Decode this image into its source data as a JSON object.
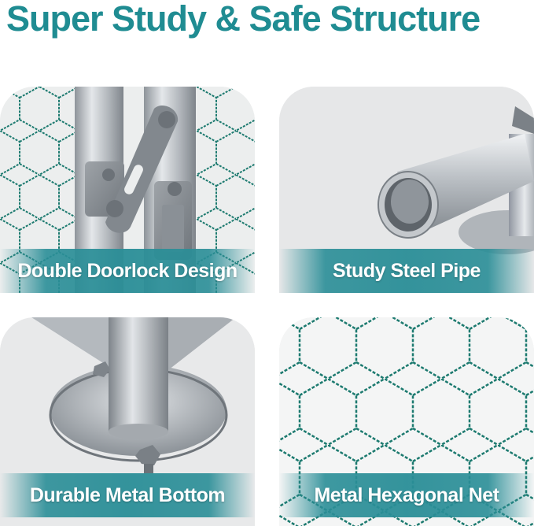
{
  "header": {
    "title": "Super Study & Safe Structure"
  },
  "panels": [
    {
      "caption": "Double Doorlock Design",
      "photo": "double-doorlock"
    },
    {
      "caption": "Study Steel Pipe",
      "photo": "steel-pipe"
    },
    {
      "caption": "Durable Metal Bottom",
      "photo": "metal-base"
    },
    {
      "caption": "Metal Hexagonal Net",
      "photo": "hexagonal-net"
    }
  ],
  "colors": {
    "accent": "#1f8c92",
    "band": "#2a8e97",
    "mesh": "#1c7a6f",
    "panel_bg": "#e9eaeb",
    "steel": "#b8bdc2"
  }
}
